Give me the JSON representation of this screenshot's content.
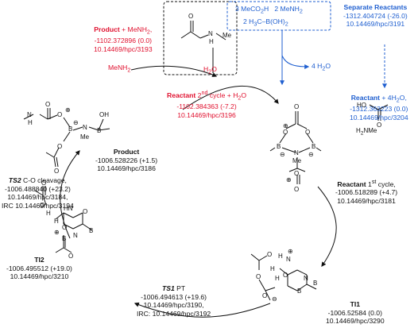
{
  "product": {
    "title": "Product",
    "energy": "-1006.528226 (+1.5)",
    "doi": "10.14469/hpc/3186"
  },
  "product_menh2": {
    "title": "Product",
    "title_suffix": " + MeNH",
    "title_sub": "2",
    "title_end": ",",
    "energy": "-1102.372896 (0.0)",
    "doi": "10.14469/hpc/3193"
  },
  "menh2_arrow": {
    "label": "MeNH",
    "sub": "2"
  },
  "h2o_box": {
    "label": "H",
    "sub": "2",
    "end": "O"
  },
  "reactant_2nd": {
    "title": "Reactant",
    "suffix": " 2",
    "sup": "nd",
    "tail": " cycle + H",
    "sub": "2",
    "end": "O",
    "energy": "-1102.384363 (-7.2)",
    "doi": "10.14469/hpc/3196"
  },
  "reactants_box": {
    "line1a": "3 MeCO",
    "line1a_sub": "2",
    "line1b": "H",
    "line1c": "2 MeNH",
    "line1c_sub": "2",
    "line2a": "2 H",
    "line2a_sub": "3",
    "line2b": "C–B(OH)",
    "line2b_sub": "2"
  },
  "water_out": {
    "label": "4 H",
    "sub": "2",
    "end": "O"
  },
  "separate_reactants": {
    "title1": "Separate Reactants",
    "energy": "-1312.404724 (-26.0)",
    "doi": "10.14469/hpc/3191"
  },
  "reactant_4h2o": {
    "title": "Reactant",
    "suffix": " + 4H",
    "sub": "2",
    "end": "O,",
    "energy": "-1312.363223 (0.0)",
    "doi": "10.14469/hpc/3204"
  },
  "reactant_1st": {
    "title": "Reactant",
    "suffix": " 1",
    "sup": "st",
    "tail": " cycle,",
    "energy": "-1006.518289 (+4.7)",
    "doi": "10.14469/hpc/3181"
  },
  "ts2": {
    "title": "TS2",
    "tail": " C-O cleavage,",
    "energy": "-1006.488840 (+23.2)",
    "doi": "10.14469/hpc/3184,",
    "irc": "IRC 10.14469/hpc/3194"
  },
  "ti2": {
    "title": "TI2",
    "energy": "-1006.495512 (+19.0)",
    "doi": "10.14469/hpc/3210"
  },
  "ts1": {
    "title": "TS1",
    "tail": " PT",
    "energy": "-1006.494613 (+19.6)",
    "doi": "10.14469/hpc/3190,",
    "irc": "IRC: 10.14469/hpc/3192"
  },
  "ti1": {
    "title": "TI1",
    "energy": "-1006.52584 (0.0)",
    "doi": "10.14469/hpc/3290"
  },
  "atoms": {
    "O": "O",
    "H": "H",
    "N": "N",
    "B": "B",
    "NH": "NH",
    "HN": "HN",
    "HO": "HO",
    "OH": "OH",
    "Me": "Me",
    "plus": "⊕",
    "minus": "⊖",
    "h2nme": "H",
    "h2nme_sub": "2",
    "h2nme_end": "NMe",
    "nh_me": "NH",
    "h_plus": "H"
  },
  "colors": {
    "red": "#e0102e",
    "blue": "#1f5fd0",
    "black": "#111111"
  }
}
